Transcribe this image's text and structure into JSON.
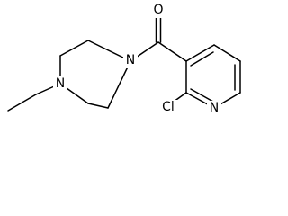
{
  "molecule": {
    "atoms": {
      "carbonyl_oxygen": "O",
      "piperazine_n_amide": "N",
      "piperazine_n_ethyl": "N",
      "pyridine_n": "N",
      "chlorine": "Cl"
    }
  },
  "colors": {
    "ink": "#000000",
    "background": "#ffffff"
  }
}
